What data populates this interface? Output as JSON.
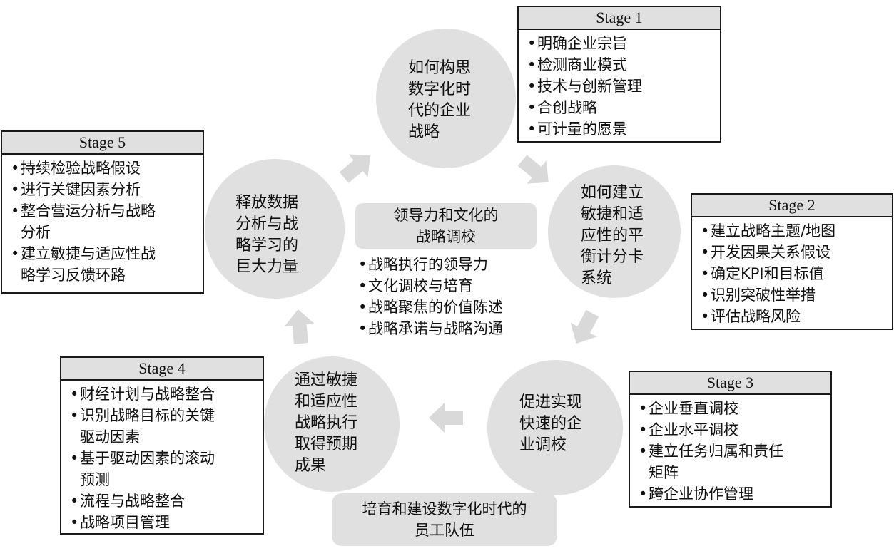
{
  "cycle_steps": [
    {
      "id": "top",
      "text": "如何构思\n数字化时\n代的企业\n战略"
    },
    {
      "id": "right",
      "text": "如何建立\n敏捷和适\n应性的平\n衡计分卡\n系统"
    },
    {
      "id": "bottom-right",
      "text": "促进实现\n快速的企\n业调校"
    },
    {
      "id": "bottom-left",
      "text": "通过敏捷\n和适应性\n战略执行\n取得预期\n成果"
    },
    {
      "id": "left",
      "text": "释放数据\n分析与战\n略学习的\n巨大力量"
    }
  ],
  "center": {
    "title": "领导力和文化的\n战略调校",
    "items": [
      "战略执行的领导力",
      "文化调校与培育",
      "战略聚焦的价值陈述",
      "战略承诺与战略沟通"
    ]
  },
  "bottom_banner": "培育和建设数字化时代的\n员工队伍",
  "stages": [
    {
      "title": "Stage 1",
      "items": [
        "明确企业宗旨",
        "检测商业模式",
        "技术与创新管理",
        "合创战略",
        "可计量的愿景"
      ]
    },
    {
      "title": "Stage 2",
      "items": [
        "建立战略主题/地图",
        "开发因果关系假设",
        "确定KPI和目标值",
        "识别突破性举措",
        "评估战略风险"
      ]
    },
    {
      "title": "Stage 3",
      "items": [
        "企业垂直调校",
        "企业水平调校",
        "建立任务归属和责任\n矩阵",
        "跨企业协作管理"
      ]
    },
    {
      "title": "Stage 4",
      "items": [
        "财经计划与战略整合",
        "识别战略目标的关键\n驱动因素",
        "基于驱动因素的滚动\n预测",
        "流程与战略整合",
        "战略项目管理"
      ]
    },
    {
      "title": "Stage 5",
      "items": [
        "持续检验战略假设",
        "进行关键因素分析",
        "整合营运分析与战略\n分析",
        "建立敏捷与适应性战\n略学习反馈环路"
      ]
    }
  ]
}
